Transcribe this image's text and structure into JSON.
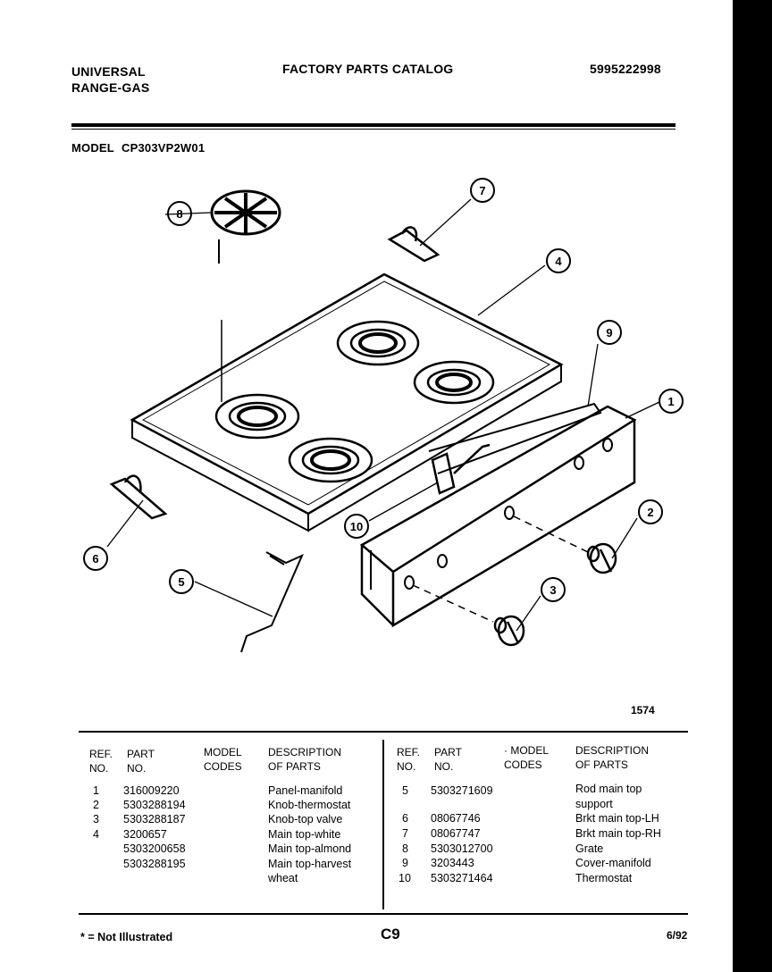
{
  "header": {
    "brand_line1": "UNIVERSAL",
    "brand_line2": "RANGE-GAS",
    "catalog_title": "FACTORY PARTS CATALOG",
    "catalog_number": "5995222998",
    "model_label": "MODEL",
    "model_number": "CP303VP2W01"
  },
  "diagram": {
    "callouts": [
      "1",
      "2",
      "3",
      "4",
      "5",
      "6",
      "7",
      "8",
      "9",
      "10"
    ],
    "figure_number": "1574"
  },
  "table": {
    "left_headers": {
      "ref": "REF.\nNO.",
      "part": "PART\nNO.",
      "model": "MODEL\nCODES",
      "desc": "DESCRIPTION\nOF PARTS"
    },
    "right_headers": {
      "ref": "REF.\nNO.",
      "part": "PART\nNO.",
      "model": "· MODEL\nCODES",
      "desc": "DESCRIPTION\nOF PARTS"
    },
    "left_rows": [
      {
        "ref": "1",
        "part": "316009220",
        "desc": "Panel-manifold"
      },
      {
        "ref": "2",
        "part": "5303288194",
        "desc": "Knob-thermostat"
      },
      {
        "ref": "3",
        "part": "5303288187",
        "desc": "Knob-top valve"
      },
      {
        "ref": "4",
        "part": "3200657",
        "desc": "Main top-white"
      },
      {
        "ref": "",
        "part": "5303200658",
        "desc": "Main top-almond"
      },
      {
        "ref": "",
        "part": "5303288195",
        "desc": "Main top-harvest"
      },
      {
        "ref": "",
        "part": "",
        "desc": "wheat"
      }
    ],
    "right_rows": [
      {
        "ref": "5",
        "part": "5303271609",
        "desc": "Rod main top"
      },
      {
        "ref": "",
        "part": "",
        "desc": "support"
      },
      {
        "ref": "6",
        "part": "08067746",
        "desc": "Brkt main top-LH"
      },
      {
        "ref": "7",
        "part": "08067747",
        "desc": "Brkt main top-RH"
      },
      {
        "ref": "8",
        "part": "5303012700",
        "desc": "Grate"
      },
      {
        "ref": "9",
        "part": "3203443",
        "desc": "Cover-manifold"
      },
      {
        "ref": "10",
        "part": "5303271464",
        "desc": "Thermostat"
      }
    ]
  },
  "footer": {
    "note": "* = Not Illustrated",
    "page_code": "C9",
    "date": "6/92"
  }
}
